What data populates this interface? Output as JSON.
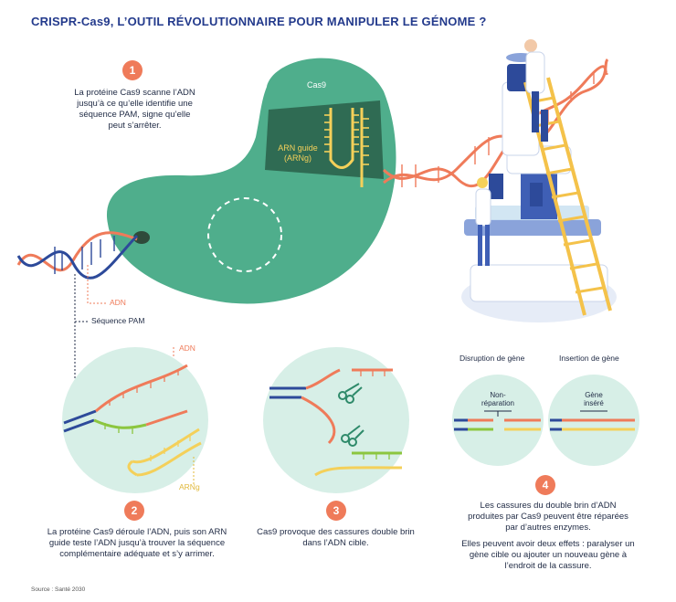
{
  "title": "CRISPR-Cas9, L’OUTIL RÉVOLUTIONNAIRE POUR MANIPULER LE GÉNOME ?",
  "steps": [
    {
      "number": "1",
      "text": "La protéine Cas9 scanne l’ADN jusqu’à ce qu’elle identifie une séquence PAM, signe qu’elle peut s’arrêter."
    },
    {
      "number": "2",
      "text": "La protéine Cas9 déroule l’ADN, puis son ARN guide teste l’ADN jusqu’à trouver la séquence complémentaire adéquate et s’y arrimer."
    },
    {
      "number": "3",
      "text": "Cas9 provoque des cassures double brin dans l’ADN cible."
    },
    {
      "number": "4",
      "text": "Les cassures du double brin d’ADN produites par Cas9 peuvent être réparées par d’autres enzymes.",
      "text2": "Elles peuvent avoir deux effets : paralyser un gène cible ou ajouter un nouveau gène à l’endroit de la cassure."
    }
  ],
  "labels": {
    "cas9": "Cas9",
    "arn_guide_1": "ARN guide",
    "arn_guide_2": "(ARNg)",
    "adn": "ADN",
    "sequence_pam": "Séquence PAM",
    "adn_step2": "ADN",
    "arng_step2": "ARNg",
    "disruption": "Disruption de gène",
    "insertion": "Insertion de gène",
    "non_reparation_1": "Non-",
    "non_reparation_2": "réparation",
    "gene_insere_1": "Gène",
    "gene_insere_2": "inséré"
  },
  "source": "Source : Santé 2030",
  "colors": {
    "title": "#233a8c",
    "cas9_green": "#4fae8c",
    "dark_green": "#2f6b53",
    "dna_red": "#ef7b5a",
    "dna_blue": "#2d4a9a",
    "rna_yellow": "#f4d05a",
    "circle_bg": "#d7efe7",
    "light_green": "#8cc63f"
  }
}
